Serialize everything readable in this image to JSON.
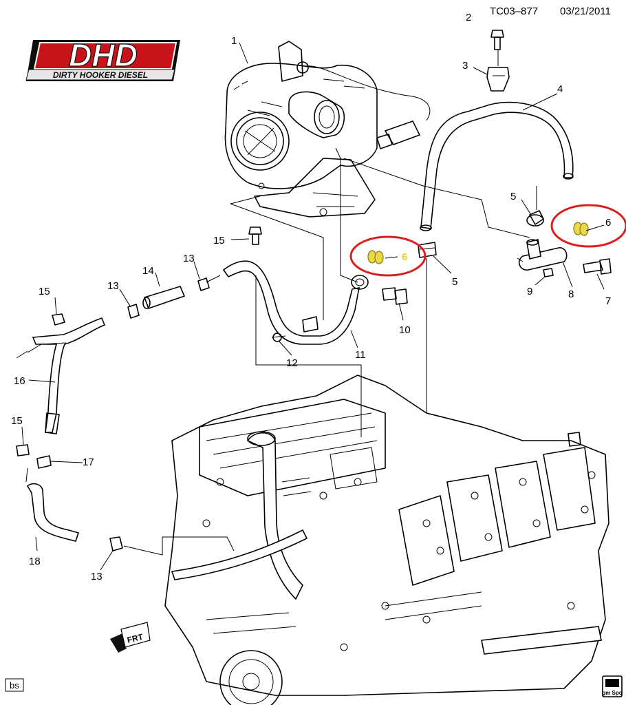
{
  "header": {
    "code": "TC03–877",
    "date": "03/21/2011"
  },
  "logo": {
    "main_text": "DHD",
    "sub_text": "DIRTY HOOKER DIESEL",
    "colors": {
      "red": "#c8131b",
      "black": "#111111"
    }
  },
  "callouts": {
    "c1": "1",
    "c2": "2",
    "c3": "3",
    "c4": "4",
    "c5a": "5",
    "c5b": "5",
    "c6a": "6",
    "c6b": "6",
    "c7": "7",
    "c8": "8",
    "c9": "9",
    "c10": "10",
    "c11": "11",
    "c12": "12",
    "c13a": "13",
    "c13b": "13",
    "c13c": "13",
    "c14": "14",
    "c15a": "15",
    "c15b": "15",
    "c15c": "15",
    "c16": "16",
    "c17": "17",
    "c18": "18"
  },
  "direction_label": "FRT",
  "footer": {
    "left_box": "bs",
    "right_badge": "gm Spo"
  },
  "highlight_color": "#d9201e",
  "washer_color": "#e8d84a"
}
